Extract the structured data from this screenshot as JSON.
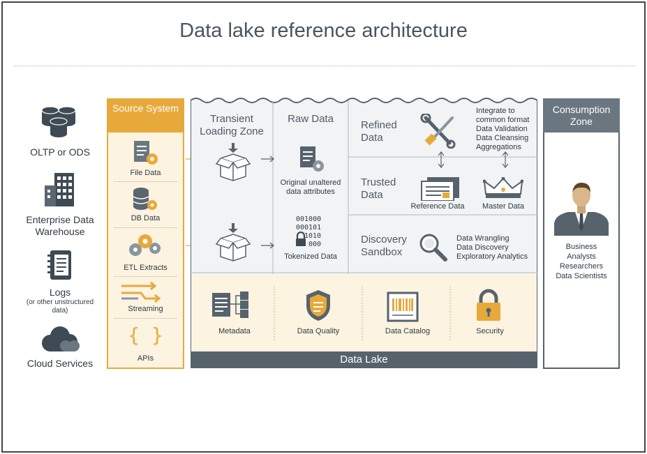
{
  "title": "Data lake reference architecture",
  "sources": [
    {
      "label": "OLTP or ODS",
      "sub": ""
    },
    {
      "label": "Enterprise Data Warehouse",
      "sub": ""
    },
    {
      "label": "Logs",
      "sub": "(or other unstructured data)"
    },
    {
      "label": "Cloud Services",
      "sub": ""
    }
  ],
  "source_system": {
    "title": "Source System",
    "items": [
      "File Data",
      "DB Data",
      "ETL Extracts",
      "Streaming",
      "APIs"
    ]
  },
  "transient": {
    "title_line1": "Transient",
    "title_line2": "Loading Zone"
  },
  "raw": {
    "title": "Raw Data",
    "desc_line1": "Original unaltered",
    "desc_line2": "data attributes",
    "binary": [
      "001000",
      "000101",
      "1010",
      "000"
    ],
    "tokenized": "Tokenized Data"
  },
  "refined": {
    "title_line1": "Refined",
    "title_line2": "Data",
    "notes": [
      "Integrate to",
      "common format",
      "Data Validation",
      "Data Cleansing",
      "Aggregations"
    ]
  },
  "trusted": {
    "title_line1": "Trusted",
    "title_line2": "Data",
    "reference": "Reference Data",
    "master": "Master Data"
  },
  "discovery": {
    "title_line1": "Discovery",
    "title_line2": "Sandbox",
    "notes": [
      "Data Wrangling",
      "Data Discovery",
      "Exploratory Analytics"
    ]
  },
  "governance": [
    "Metadata",
    "Data Quality",
    "Data Catalog",
    "Security"
  ],
  "lake_label": "Data Lake",
  "consumption": {
    "title_line1": "Consumption",
    "title_line2": "Zone",
    "users": [
      "Business",
      "Analysts",
      "Researchers",
      "Data Scientists"
    ]
  },
  "colors": {
    "accent": "#e8a93b",
    "slate": "#56636d",
    "lake_bg": "#f1f3f5",
    "governance_bg": "#fcf3e1"
  }
}
